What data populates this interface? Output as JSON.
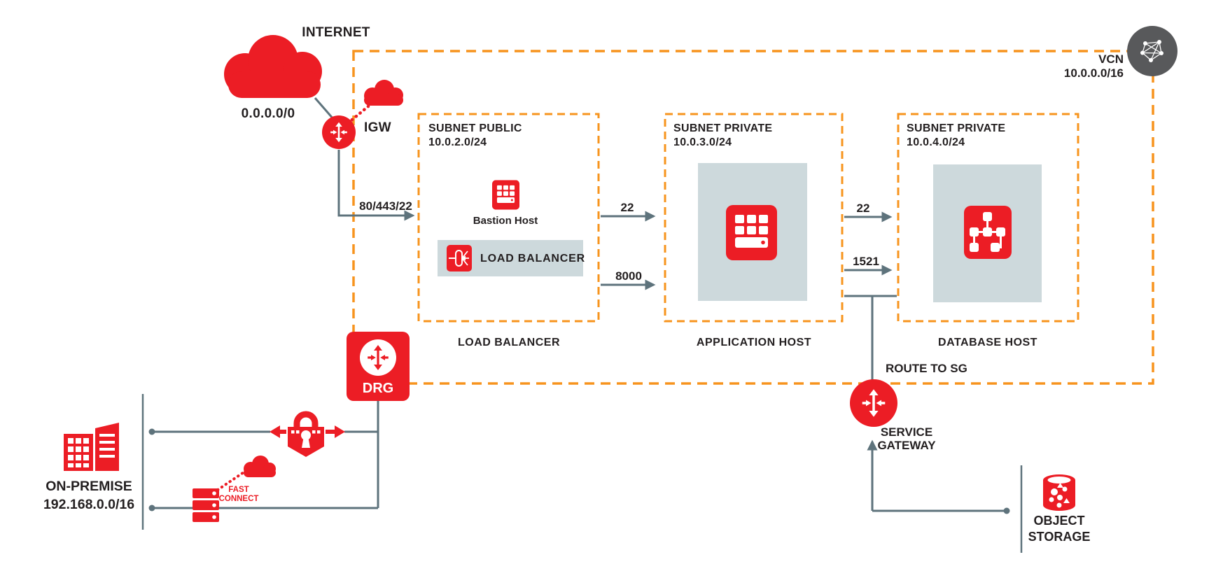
{
  "internet": {
    "label": "INTERNET",
    "cidr": "0.0.0.0/0"
  },
  "igw": {
    "label": "IGW"
  },
  "vcn": {
    "label": "VCN",
    "cidr": "10.0.0.0/16"
  },
  "ingress_ports": "80/443/22",
  "subnet_public": {
    "title": "SUBNET PUBLIC",
    "cidr": "10.0.2.0/24",
    "bastion": "Bastion Host",
    "load_balancer": "LOAD BALANCER",
    "caption": "LOAD BALANCER"
  },
  "subnet_app": {
    "title": "SUBNET PRIVATE",
    "cidr": "10.0.3.0/24",
    "caption": "APPLICATION HOST"
  },
  "subnet_db": {
    "title": "SUBNET PRIVATE",
    "cidr": "10.0.4.0/24",
    "caption": "DATABASE HOST"
  },
  "ports": {
    "lb_ssh": "22",
    "lb_app": "8000",
    "app_ssh": "22",
    "app_db": "1521"
  },
  "drg": {
    "label": "DRG"
  },
  "route_to_sg": "ROUTE TO SG",
  "service_gateway": {
    "line1": "SERVICE",
    "line2": "GATEWAY"
  },
  "object_storage": {
    "line1": "OBJECT",
    "line2": "STORAGE"
  },
  "on_premise": {
    "label": "ON-PREMISE",
    "cidr": "192.168.0.0/16"
  },
  "fast_connect": {
    "line1": "FAST",
    "line2": "CONNECT"
  },
  "colors": {
    "red": "#ec1d25",
    "orange": "#f7941e",
    "line": "#5e737c",
    "panel": "#cdd9dc",
    "vcn_icon_bg": "#58595b",
    "text": "#231f20"
  }
}
